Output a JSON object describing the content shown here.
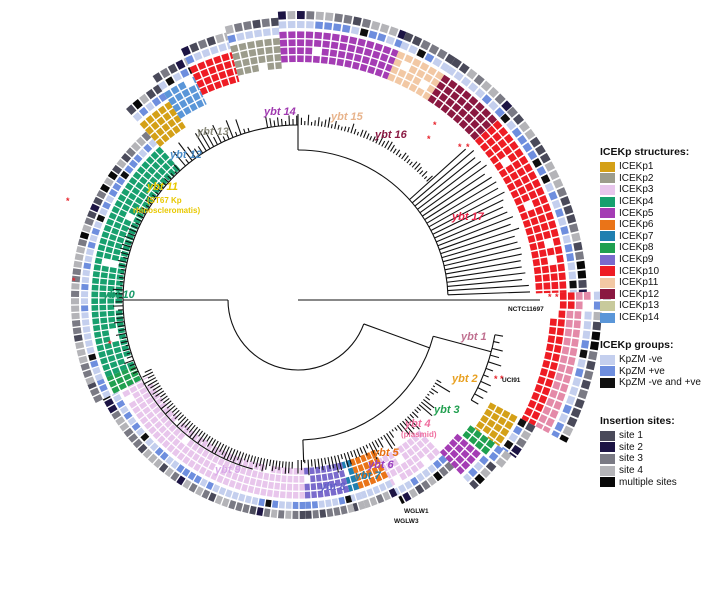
{
  "clade_labels": [
    {
      "text": "ybt 14",
      "color": "#a03ab0"
    },
    {
      "text": "ybt 15",
      "color": "#e8b48c"
    },
    {
      "text": "ybt 16",
      "color": "#8b1a44"
    },
    {
      "text": "ybt 13",
      "color": "#8c8c7e"
    },
    {
      "text": "ybt 12",
      "color": "#4a8cc8"
    },
    {
      "text": "ybt 11",
      "color": "#e8c800"
    },
    {
      "text": "(ST67 Kp",
      "color": "#e8c800"
    },
    {
      "text": "rhinoscleromatis)",
      "color": "#e8c800"
    },
    {
      "text": "ybt 17",
      "color": "#e8254a"
    },
    {
      "text": "ybt 10",
      "color": "#1a9a6a"
    },
    {
      "text": "ybt 1",
      "color": "#c07090"
    },
    {
      "text": "ybt 2",
      "color": "#e8a020"
    },
    {
      "text": "ybt 3",
      "color": "#22a050"
    },
    {
      "text": "ybt 4",
      "color": "#f070a0"
    },
    {
      "text": "(plasmid)",
      "color": "#f070a0"
    },
    {
      "text": "ybt 5",
      "color": "#e87010"
    },
    {
      "text": "ybt 6",
      "color": "#9a40c0"
    },
    {
      "text": "ybt 7",
      "color": "#2080b0"
    },
    {
      "text": "ybt 8",
      "color": "#6060c8"
    },
    {
      "text": "ybt 9",
      "color": "#d8a8e8"
    }
  ],
  "strain_labels": [
    {
      "text": "NCTC11697"
    },
    {
      "text": "UCI91"
    },
    {
      "text": "WGLW1"
    },
    {
      "text": "WGLW3"
    }
  ],
  "legend": {
    "structures_title": "ICEKp structures:",
    "structures": [
      {
        "label": "ICEKp1",
        "color": "#d4a017"
      },
      {
        "label": "ICEKp2",
        "color": "#9c9c8c"
      },
      {
        "label": "ICEKp3",
        "color": "#e8c6ec"
      },
      {
        "label": "ICEKp4",
        "color": "#17a06e"
      },
      {
        "label": "ICEKp5",
        "color": "#a43cb4"
      },
      {
        "label": "ICEKp6",
        "color": "#ea7418"
      },
      {
        "label": "ICEKp7",
        "color": "#1f7fb0"
      },
      {
        "label": "ICEKp8",
        "color": "#1fa050"
      },
      {
        "label": "ICEKp9",
        "color": "#7a6acc"
      },
      {
        "label": "ICEKp10",
        "color": "#ee1c24"
      },
      {
        "label": "ICEKp11",
        "color": "#f2c8a4"
      },
      {
        "label": "ICEKp12",
        "color": "#8a1840"
      },
      {
        "label": "ICEKp13",
        "color": "#c8ca9c"
      },
      {
        "label": "ICEKp14",
        "color": "#5a96d8"
      }
    ],
    "groups_title": "ICEKp groups:",
    "groups": [
      {
        "label": "KpZM -ve",
        "color": "#c4cfee"
      },
      {
        "label": "KpZM +ve",
        "color": "#6e8ede"
      },
      {
        "label": "KpZM -ve and +ve",
        "color": "#101010"
      }
    ],
    "sites_title": "Insertion sites:",
    "sites": [
      {
        "label": "site 1",
        "color": "#4a4a5a"
      },
      {
        "label": "site 2",
        "color": "#1c1444"
      },
      {
        "label": "site 3",
        "color": "#7a7a84"
      },
      {
        "label": "site 4",
        "color": "#b4b4b8"
      },
      {
        "label": "multiple sites",
        "color": "#080808"
      }
    ]
  }
}
